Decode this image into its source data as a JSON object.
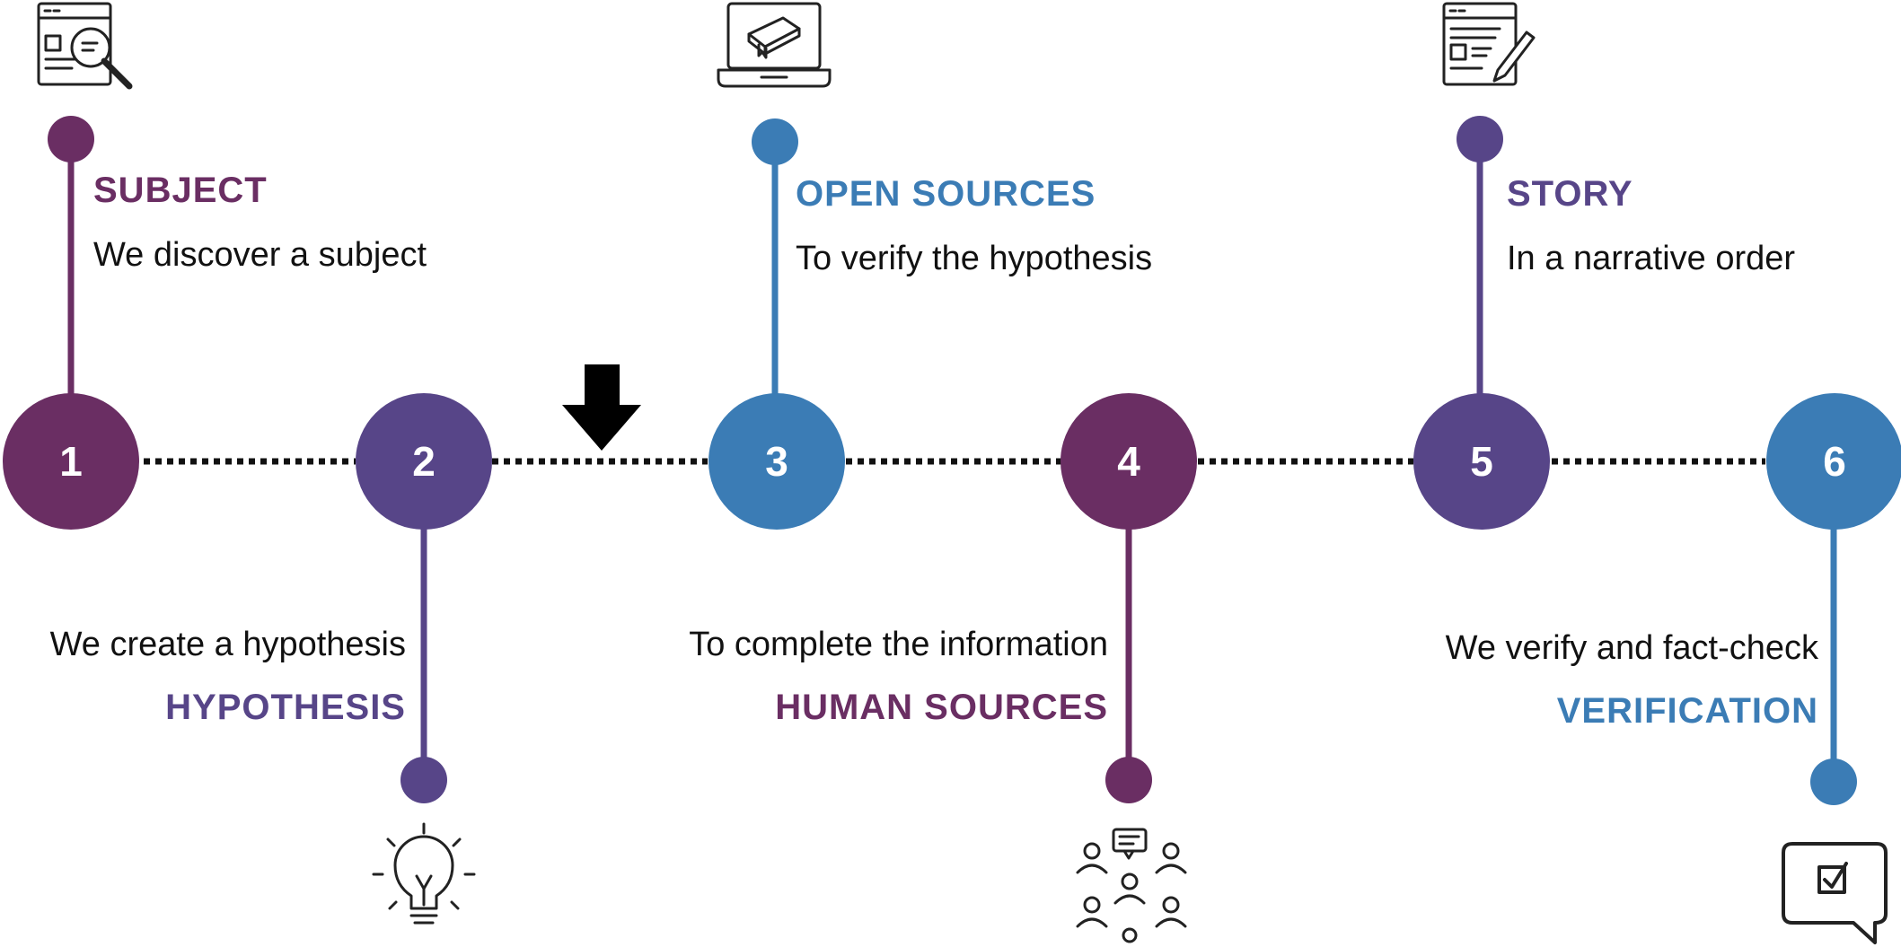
{
  "colors": {
    "plum": "#6a2e63",
    "indigo": "#574588",
    "blue": "#3b7cb5",
    "dots": "#111111",
    "icon": "#222222"
  },
  "steps": [
    {
      "number": "1",
      "title": "SUBJECT",
      "description": "We discover a subject",
      "color": "#6a2e63",
      "icon": "browser-magnifier-icon",
      "position": "above"
    },
    {
      "number": "2",
      "title": "HYPOTHESIS",
      "description": "We create a hypothesis",
      "color": "#574588",
      "icon": "lightbulb-icon",
      "position": "below"
    },
    {
      "number": "3",
      "title": "OPEN SOURCES",
      "description": "To verify the hypothesis",
      "color": "#3b7cb5",
      "icon": "laptop-book-icon",
      "position": "above"
    },
    {
      "number": "4",
      "title": "HUMAN SOURCES",
      "description": "To complete the information",
      "color": "#6a2e63",
      "icon": "people-chat-icon",
      "position": "below"
    },
    {
      "number": "5",
      "title": "STORY",
      "description": "In a narrative order",
      "color": "#574588",
      "icon": "document-pencil-icon",
      "position": "above"
    },
    {
      "number": "6",
      "title": "VERIFICATION",
      "description": "We verify and fact-check",
      "color": "#3b7cb5",
      "icon": "chat-checkbox-icon",
      "position": "below"
    }
  ],
  "marker": {
    "icon": "arrow-down-icon",
    "between_steps": [
      "2",
      "3"
    ]
  }
}
